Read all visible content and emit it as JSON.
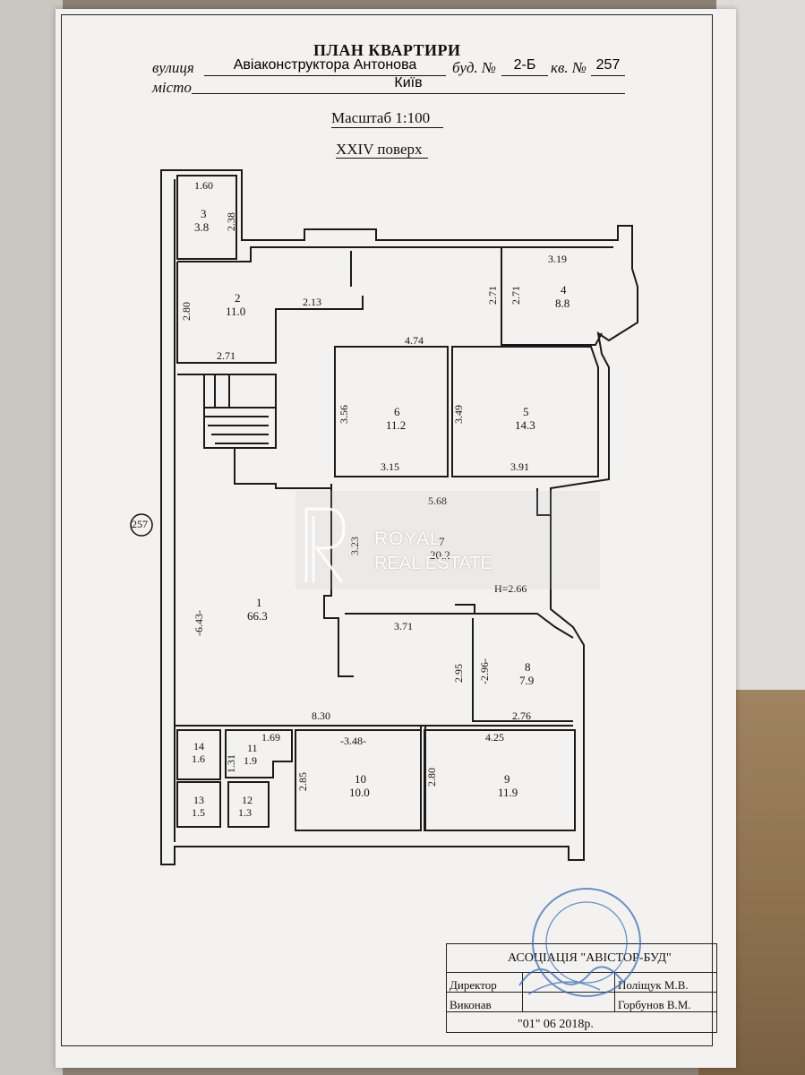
{
  "document": {
    "title": "ПЛАН КВАРТИРИ",
    "street_label": "вулиця",
    "street_value": "Авіаконструктора Антонова",
    "building_label": "буд. №",
    "building_value": "2-Б",
    "apt_label": "кв. №",
    "apt_value": "257",
    "city_label": "місто",
    "city_value": "Київ",
    "scale": "Масштаб 1:100",
    "floor": "XXIV поверх"
  },
  "plan": {
    "apt_marker": "257",
    "height_note": "H=2.66",
    "rooms": [
      {
        "num": "1",
        "area": "66.3"
      },
      {
        "num": "2",
        "area": "11.0"
      },
      {
        "num": "3",
        "area": "3.8"
      },
      {
        "num": "4",
        "area": "8.8"
      },
      {
        "num": "5",
        "area": "14.3"
      },
      {
        "num": "6",
        "area": "11.2"
      },
      {
        "num": "7",
        "area": "20.2"
      },
      {
        "num": "8",
        "area": "7.9"
      },
      {
        "num": "9",
        "area": "11.9"
      },
      {
        "num": "10",
        "area": "10.0"
      },
      {
        "num": "11",
        "area": "1.9"
      },
      {
        "num": "12",
        "area": "1.3"
      },
      {
        "num": "13",
        "area": "1.5"
      },
      {
        "num": "14",
        "area": "1.6"
      }
    ],
    "dims": [
      "1.60",
      "2.38",
      "2.80",
      "2.13",
      "2.71",
      "3.19",
      "2.71",
      "2.71",
      "4.74",
      "3.56",
      "3.49",
      "3.15",
      "3.91",
      "5.68",
      "3.23",
      "-6.43-",
      "3.71",
      "2.95",
      "-2.96-",
      "8.30",
      "2.76",
      "1.69",
      "1.31",
      "-3.48-",
      "4.25",
      "2.85",
      "2.80"
    ]
  },
  "watermark": {
    "line1": "ROYAL",
    "line2": "REAL ESTATE"
  },
  "stamp": {
    "org": "АСОЦІАЦІЯ \"АВІСТОР-БУД\"",
    "director_label": "Директор",
    "director_name": "Поліщук М.В.",
    "executor_label": "Виконав",
    "executor_name": "Горбунов В.М.",
    "date": "\"01\" 06 2018р."
  }
}
